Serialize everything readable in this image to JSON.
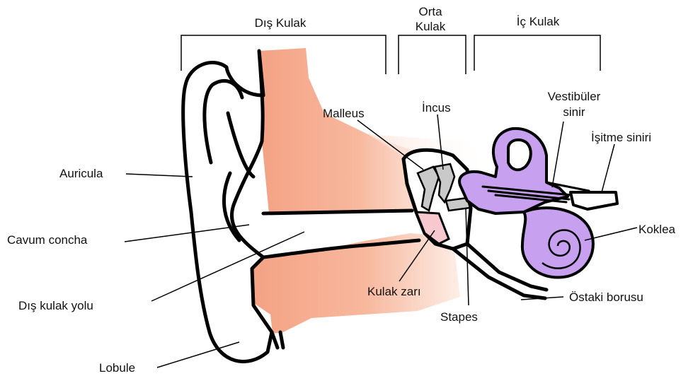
{
  "sections": {
    "outer": "Dış Kulak",
    "middle_line1": "Orta",
    "middle_line2": "Kulak",
    "inner": "İç Kulak"
  },
  "labels": {
    "auricula": "Auricula",
    "cavum_concha": "Cavum concha",
    "dis_kulak_yolu": "Dış kulak yolu",
    "lobule": "Lobule",
    "malleus": "Malleus",
    "incus": "İncus",
    "vestibuler_line1": "Vestibüler",
    "vestibuler_line2": "sinir",
    "isitme_siniri": "İşitme siniri",
    "koklea": "Koklea",
    "kulak_zari": "Kulak zarı",
    "stapes": "Stapes",
    "ostaki_borusu": "Östaki borusu"
  },
  "colors": {
    "skin": "#f4a284",
    "skin_light": "#fbe2d6",
    "inner_ear": "#c7a0ef",
    "ossicle": "#c9c9c9",
    "eardrum": "#f8c8cf",
    "outline": "#000000"
  }
}
